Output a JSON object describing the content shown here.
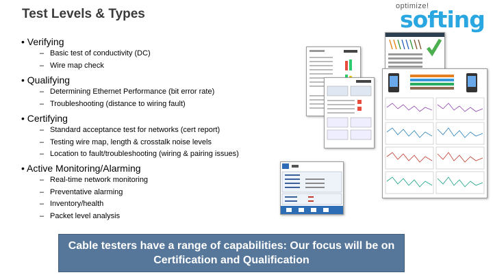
{
  "title": "Test Levels & Types",
  "logo": {
    "tagline": "optimize!",
    "brand": "softing"
  },
  "sections": [
    {
      "heading": "• Verifying",
      "items": [
        "Basic test of conductivity (DC)",
        "Wire map check"
      ]
    },
    {
      "heading": "• Qualifying",
      "items": [
        "Determining Ethernet Performance (bit error rate)",
        "Troubleshooting (distance to wiring fault)"
      ]
    },
    {
      "heading": "• Certifying",
      "items": [
        "Standard acceptance test for networks (cert report)",
        "Testing wire map, length & crosstalk noise levels",
        "Location to fault/troubleshooting (wiring & pairing issues)"
      ]
    },
    {
      "heading": "• Active Monitoring/Alarming",
      "items": [
        "Real-time network monitoring",
        "Preventative alarming",
        "Inventory/health",
        "Packet level analysis"
      ]
    }
  ],
  "banner": "Cable testers have a range of capabilities: Our focus will be on Certification and Qualification",
  "colors": {
    "banner_bg": "#57779a",
    "brand": "#2aa7e0",
    "title": "#3a3a3a"
  }
}
